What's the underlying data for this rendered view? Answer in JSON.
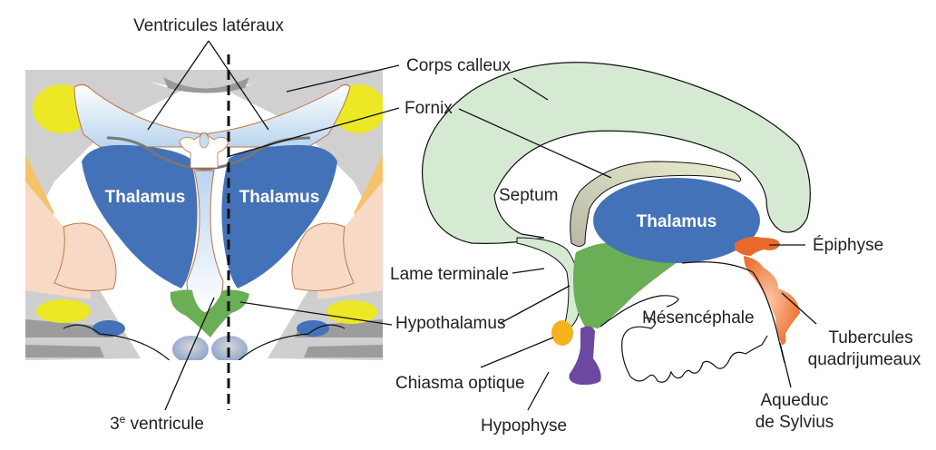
{
  "figure": {
    "left_panel": {
      "name": "coronal-section",
      "labels": {
        "lateral_ventricles": "Ventricules latéraux",
        "thalamus_left": "Thalamus",
        "thalamus_right": "Thalamus",
        "third_ventricle_prefix": "3",
        "third_ventricle_sup": "e",
        "third_ventricle_suffix": " ventricule"
      }
    },
    "right_panel": {
      "name": "sagittal-section",
      "labels": {
        "corpus_callosum": "Corps calleux",
        "fornix": "Fornix",
        "septum": "Septum",
        "thalamus": "Thalamus",
        "lamina_terminalis": "Lame terminale",
        "hypothalamus": "Hypothalamus",
        "optic_chiasm": "Chiasma optique",
        "pituitary": "Hypophyse",
        "midbrain": "Mésencéphale",
        "pineal": "Épiphyse",
        "colliculi_line1": "Tubercules",
        "colliculi_line2": "quadrijumeaux",
        "aqueduct_line1": "Aqueduc",
        "aqueduct_line2": "de Sylvius"
      }
    },
    "colors": {
      "thalamus": "#4472b8",
      "hypothalamus": "#6aae55",
      "corpus_callosum": "#d6ead3",
      "fornix": "#c9c9b0",
      "ventricle": "#c6def2",
      "yellow_nucleus": "#ece825",
      "peach_nucleus": "#f7d9c6",
      "grey_matter": "#cfcfcf",
      "pineal": "#e8692c",
      "colliculi": "#f08a50",
      "optic_chiasm": "#f5b21f",
      "pituitary": "#6c48a0"
    }
  }
}
